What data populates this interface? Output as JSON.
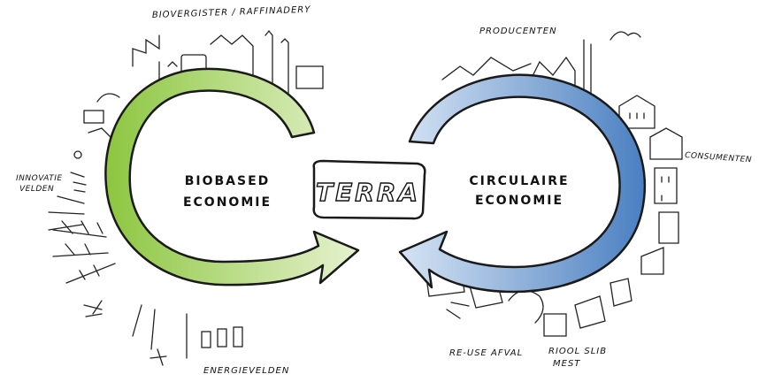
{
  "diagram": {
    "center_label": "TERRA",
    "left_loop": {
      "title_line1": "BIOBASED",
      "title_line2": "ECONOMIE",
      "color": "#8cc63f"
    },
    "right_loop": {
      "title_line1": "CIRCULAIRE",
      "title_line2": "ECONOMIE",
      "color": "#4a7fc1"
    },
    "labels": {
      "top_left": "BIOVERGISTER / RAFFINADERY",
      "top_right": "PRODUCENTEN",
      "right": "CONSUMENTEN",
      "left_line1": "INNOVATIE",
      "left_line2": "VELDEN",
      "bottom_left": "ENERGIEVELDEN",
      "bottom_right_1": "RE-USE AFVAL",
      "bottom_right_2_line1": "RIOOL SLIB",
      "bottom_right_2_line2": "MEST"
    }
  }
}
